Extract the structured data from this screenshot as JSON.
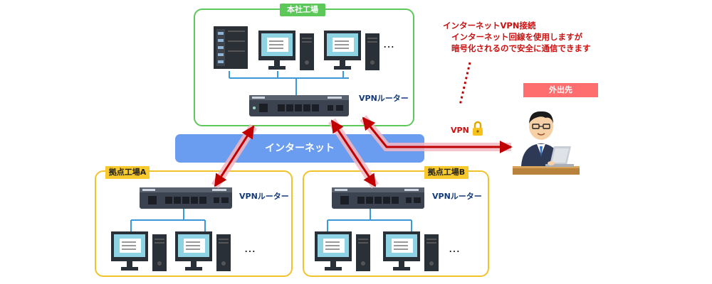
{
  "sites": {
    "hq_label": "本社工場",
    "branch_a_label": "拠点工場A",
    "branch_b_label": "拠点工場B"
  },
  "internet_label": "インターネット",
  "router_label": "VPNルーター",
  "remote_label": "外出先",
  "vpn_label": "VPN",
  "ellipsis": "…",
  "annotation": {
    "line1": "インターネットVPN接続",
    "line2": "インターネット回線を使用しますが",
    "line3": "暗号化されるので安全に通信できます"
  },
  "colors": {
    "hq_border": "#5cc85a",
    "branch_border": "#f2c22b",
    "internet": "#6a9cf0",
    "vpn_arrow": "#c00000",
    "remote_label_bg": "#ff6e6e"
  },
  "icons": [
    "server-icon",
    "desktop-pc-icon",
    "router-icon",
    "lock-icon",
    "person-laptop-icon"
  ]
}
